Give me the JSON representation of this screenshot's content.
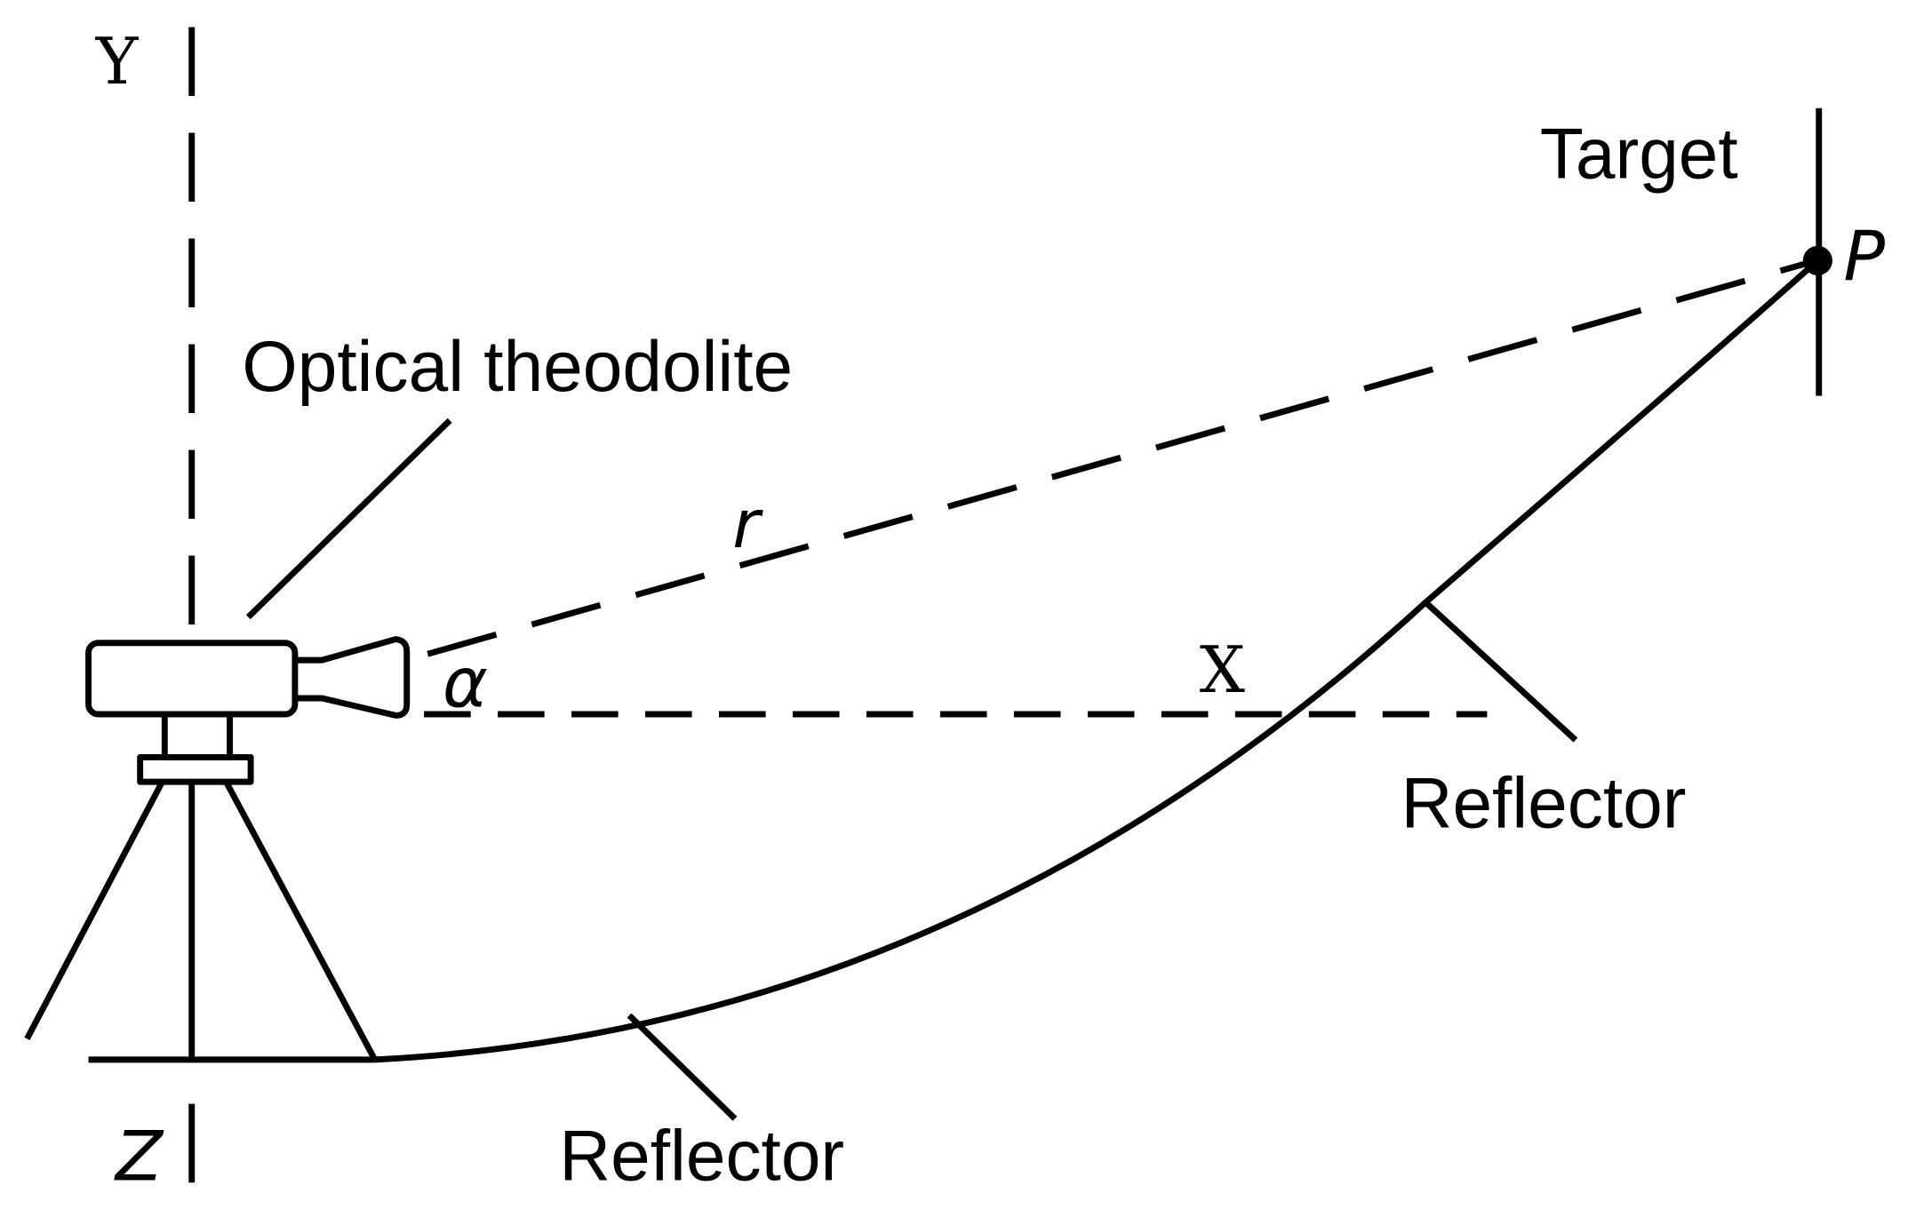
{
  "labels": {
    "y_axis": "Y",
    "x_axis": "X",
    "z_axis": "Z",
    "target": "Target",
    "point": "P",
    "instrument": "Optical theodolite",
    "range": "r",
    "angle": "α",
    "reflector_upper": "Reflector",
    "reflector_lower": "Reflector"
  }
}
